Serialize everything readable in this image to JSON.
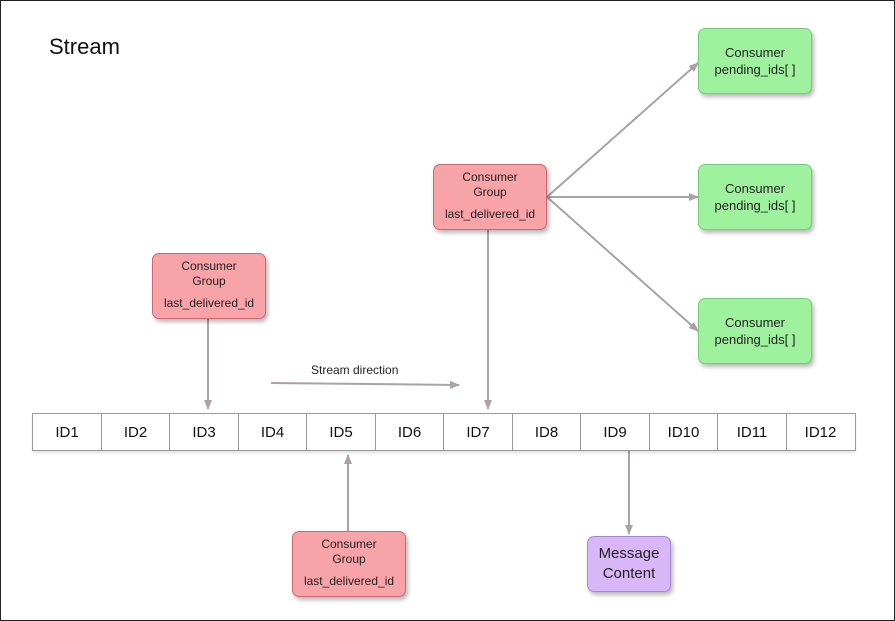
{
  "title": "Stream",
  "direction_label": "Stream direction",
  "ids": [
    "ID1",
    "ID2",
    "ID3",
    "ID4",
    "ID5",
    "ID6",
    "ID7",
    "ID8",
    "ID9",
    "ID10",
    "ID11",
    "ID12"
  ],
  "consumer_groups": [
    {
      "line1": "Consumer",
      "line2": "Group",
      "line3": "last_delivered_id"
    },
    {
      "line1": "Consumer",
      "line2": "Group",
      "line3": "last_delivered_id"
    },
    {
      "line1": "Consumer",
      "line2": "Group",
      "line3": "last_delivered_id"
    }
  ],
  "consumers": [
    {
      "line1": "Consumer",
      "line2": "pending_ids[ ]"
    },
    {
      "line1": "Consumer",
      "line2": "pending_ids[ ]"
    },
    {
      "line1": "Consumer",
      "line2": "pending_ids[ ]"
    }
  ],
  "message": {
    "line1": "Message",
    "line2": "Content"
  },
  "colors": {
    "consumer_group_fill": "#f7a3a8",
    "consumer_fill": "#9ef29e",
    "message_fill": "#d8b6f7",
    "arrow": "#aaa2a6"
  }
}
